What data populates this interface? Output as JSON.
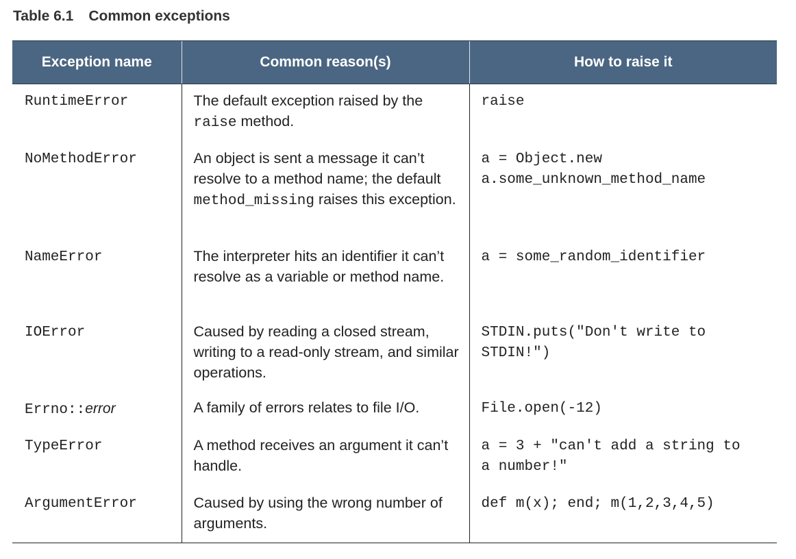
{
  "caption": {
    "number": "Table 6.1",
    "title": "Common exceptions"
  },
  "table": {
    "headers": [
      "Exception name",
      "Common reason(s)",
      "How to raise it"
    ],
    "rows": [
      {
        "name": "RuntimeError",
        "reason": {
          "before": "The default exception raised by the ",
          "code": "raise",
          "after": " method."
        },
        "code_lines": [
          "raise"
        ]
      },
      {
        "name": "NoMethodError",
        "reason": {
          "before": "An object is sent a message it can’t resolve to a method name; the default ",
          "code": "method_missing",
          "after": " raises this exception."
        },
        "code_lines": [
          "a = Object.new",
          "a.some_unknown_method_name"
        ]
      },
      {
        "name": "NameError",
        "reason": {
          "text": "The interpreter hits an identifier it can’t resolve as a variable or method name."
        },
        "code_lines": [
          "a = some_random_identifier"
        ]
      },
      {
        "name": "IOError",
        "reason": {
          "text": "Caused by reading a closed stream, writing to a read-only stream, and similar operations."
        },
        "code_lines": [
          "STDIN.puts(\"Don't write to",
          "STDIN!\")"
        ]
      },
      {
        "name_prefix": "Errno::",
        "name_italic": "error",
        "reason": {
          "text": "A family of errors relates to file I/O."
        },
        "code_lines": [
          "File.open(-12)"
        ]
      },
      {
        "name": "TypeError",
        "reason": {
          "text": "A method receives an argument it can’t handle."
        },
        "code_lines": [
          "a = 3 + \"can't add a string to",
          "a number!\""
        ]
      },
      {
        "name": "ArgumentError",
        "reason": {
          "text": "Caused by using the wrong number of arguments."
        },
        "code_lines": [
          "def m(x); end; m(1,2,3,4,5)"
        ]
      }
    ]
  }
}
